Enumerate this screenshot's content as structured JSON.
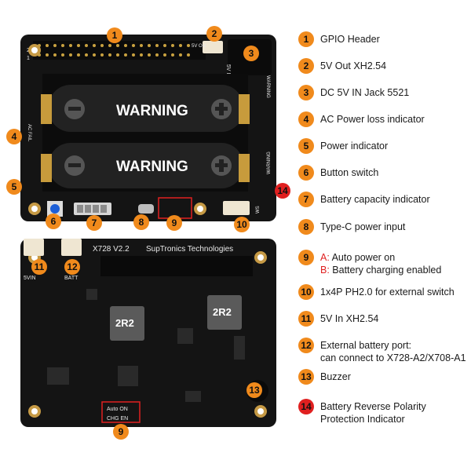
{
  "board_top": {
    "warning_1": "WARNING",
    "warning_2": "WARNING",
    "side_warning": "WARNING",
    "side_warning_2": "WARNING",
    "ac_fail": "AC FAIL",
    "out_label": "5V Out",
    "in_label": "5V IN",
    "pin_1": "1",
    "pin_2": "2",
    "ws": "WS"
  },
  "board_bottom": {
    "model": "X728 V2.2",
    "brand": "SupTronics Technologies",
    "inductor_1": "2R2",
    "inductor_2": "2R2",
    "port_5vin": "5VIN",
    "port_batt": "BATT",
    "auto_on": "Auto ON",
    "chg_en": "CHG EN"
  },
  "callouts": {
    "c1": "1",
    "c2": "2",
    "c3": "3",
    "c4": "4",
    "c5": "5",
    "c6": "6",
    "c7": "7",
    "c8": "8",
    "c9": "9",
    "c10": "10",
    "c11": "11",
    "c12": "12",
    "c13": "13",
    "c14": "14",
    "c9b": "9"
  },
  "legend": [
    {
      "num": "1",
      "lines": [
        "GPIO Header"
      ]
    },
    {
      "num": "2",
      "lines": [
        "5V Out XH2.54"
      ]
    },
    {
      "num": "3",
      "lines": [
        "DC 5V IN Jack 5521"
      ]
    },
    {
      "num": "4",
      "lines": [
        "AC Power loss indicator"
      ]
    },
    {
      "num": "5",
      "lines": [
        "Power indicator"
      ]
    },
    {
      "num": "6",
      "lines": [
        "Button switch"
      ]
    },
    {
      "num": "7",
      "lines": [
        "Battery capacity indicator"
      ]
    },
    {
      "num": "8",
      "lines": [
        "Type-C power input"
      ]
    },
    {
      "num": "9",
      "lines_rich": [
        {
          "letter": "A:",
          "text": " Auto power on"
        },
        {
          "letter": "B:",
          "text": " Battery charging enabled"
        }
      ]
    },
    {
      "num": "10",
      "lines": [
        "1x4P PH2.0 for external switch"
      ]
    },
    {
      "num": "11",
      "lines": [
        "5V In XH2.54"
      ]
    },
    {
      "num": "12",
      "lines": [
        "External battery port:",
        "can connect to X728-A2/X708-A1"
      ]
    },
    {
      "num": "13",
      "lines": [
        "Buzzer"
      ]
    },
    {
      "num": "14",
      "lines": [
        "Battery Reverse Polarity",
        "Protection Indicator"
      ]
    }
  ],
  "colors": {
    "accent": "#f08a1c",
    "alert": "#e02020",
    "board": "#151515"
  }
}
